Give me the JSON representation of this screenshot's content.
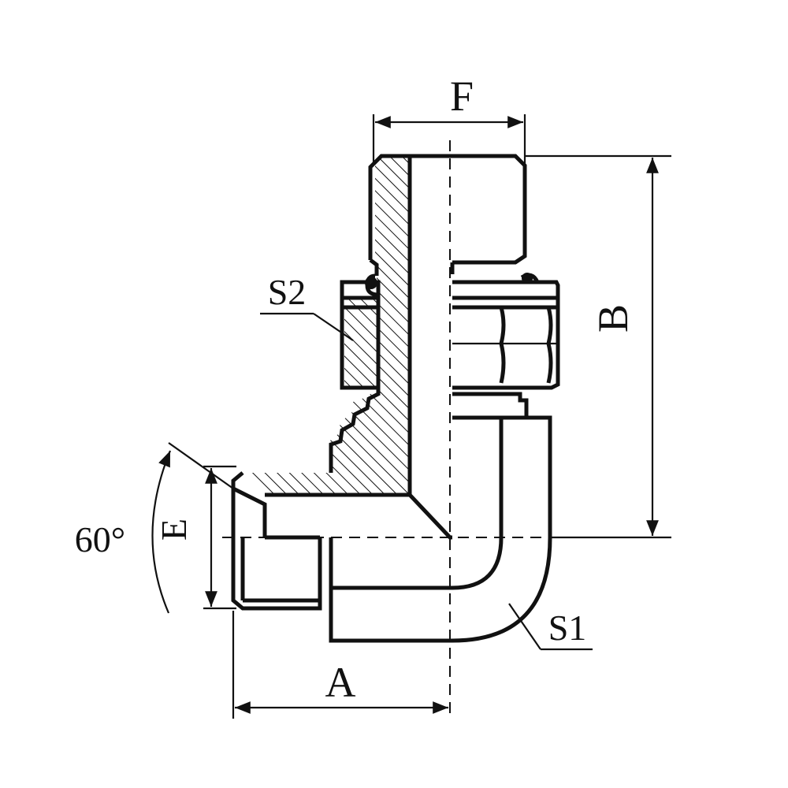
{
  "drawing": {
    "labels": {
      "F": "F",
      "B": "B",
      "E": "E",
      "A": "A",
      "S1": "S1",
      "S2": "S2",
      "angle": "60°"
    },
    "colors": {
      "line": "#111111",
      "background": "#ffffff"
    }
  }
}
